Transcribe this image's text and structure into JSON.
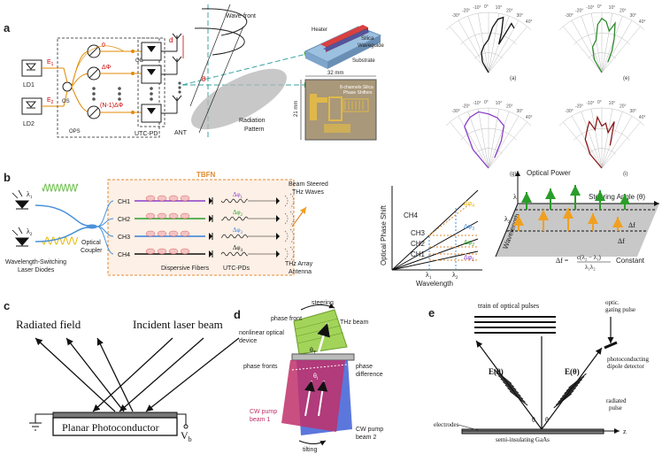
{
  "panel_a": {
    "label": "a",
    "ld1": "LD1",
    "ld2": "LD2",
    "e1": "E",
    "e1_sub": "1",
    "e2": "E",
    "e2_sub": "2",
    "os": "OS",
    "ops": "OPS",
    "oc": "OC",
    "phase0": "0",
    "phase1": "ΔΦ",
    "phase2": "(N-1)ΔΦ",
    "utc_pd": "UTC-PD",
    "ant": "ANT",
    "d": "d",
    "theta": "θ",
    "wave_front": "Wave-front",
    "radiation_pattern": "Radiation\nPattern",
    "heater": "Heater",
    "silica_waveguide": "Silica\nWaveguide",
    "substrate": "Substrate",
    "dim_32": "32 mm",
    "dim_21": "21 mm",
    "photo_caption": "8-channels Silica\nPhase Shifters",
    "polar_ticks": [
      "-30°",
      "-20°",
      "-10°",
      "0°",
      "10°",
      "20°",
      "30°",
      "40°"
    ],
    "polar_labels": [
      "(a)",
      "(e)",
      "(g)",
      "(i)"
    ],
    "polar_colors": [
      "#111111",
      "#2e8b2e",
      "#8a3fc9",
      "#8b1a1a"
    ]
  },
  "panel_b": {
    "label": "b",
    "lambda1": "λ",
    "lambda1_sub": "1",
    "lambda2": "λ",
    "lambda2_sub": "2",
    "laser_label": "Wavelength-Switching\nLaser Diodes",
    "coupler": "Optical\nCoupler",
    "tbfn": "TBFN",
    "channels": [
      "CH1",
      "CH2",
      "CH3",
      "CH4"
    ],
    "delta_phi": [
      "Δφ",
      "Δφ",
      "Δφ",
      "Δφ"
    ],
    "dispersive": "Dispersive Fibers",
    "utc_pds": "UTC-PDs",
    "beam": "Beam Steered\nTHz Waves",
    "array": "THz Array\nAntenna",
    "graph_ylabel": "Optical Phase Shift",
    "graph_xlabel": "Wavelength",
    "graph_channels": [
      "CH4",
      "CH3",
      "CH2",
      "CH1"
    ],
    "graph_phis": [
      "Δφ",
      "Δφ",
      "Δφ",
      "Δφ"
    ],
    "graph_l1": "λ",
    "graph_l2": "λ",
    "optical_power": "Optical Power",
    "steering_angle": "Steering Angle (θ)",
    "wavelength_axis": "Wavelength",
    "delta_f": "Δf",
    "formula_lhs": "Δf =",
    "formula_num": "c(λ₂ − λ₁)",
    "formula_den": "λ₁λ₂",
    "constant": "Constant"
  },
  "panel_c": {
    "label": "c",
    "radiated": "Radiated field",
    "incident": "Incident laser beam",
    "photoconductor": "Planar Photoconductor",
    "vb": "V",
    "vb_sub": "b"
  },
  "panel_d": {
    "label": "d",
    "steering": "steering",
    "phase_front": "phase front",
    "thz_beam": "THz beam",
    "nonlinear": "nonlinear optical\ndevice",
    "phase_fronts": "phase fronts",
    "phase_difference": "phase\ndifference",
    "theta_t": "θ",
    "theta_t_sub": "T",
    "theta_i": "θ",
    "theta_i_sub": "i",
    "pump1": "CW pump\nbeam 1",
    "pump2": "CW pump\nbeam 2",
    "tilting": "tilting"
  },
  "panel_e": {
    "label": "e",
    "train": "train of optical pulses",
    "gating": "optic.\ngating pulse",
    "detector": "photoconducting\ndipole detector",
    "e_theta_left": "E(θ)",
    "e_theta_right": "E(θ)",
    "radiated_pulse": "radiated\npulse",
    "electrodes": "electrodes",
    "gaas": "semi-insulating GaAs",
    "z": "z",
    "theta": "θ"
  }
}
